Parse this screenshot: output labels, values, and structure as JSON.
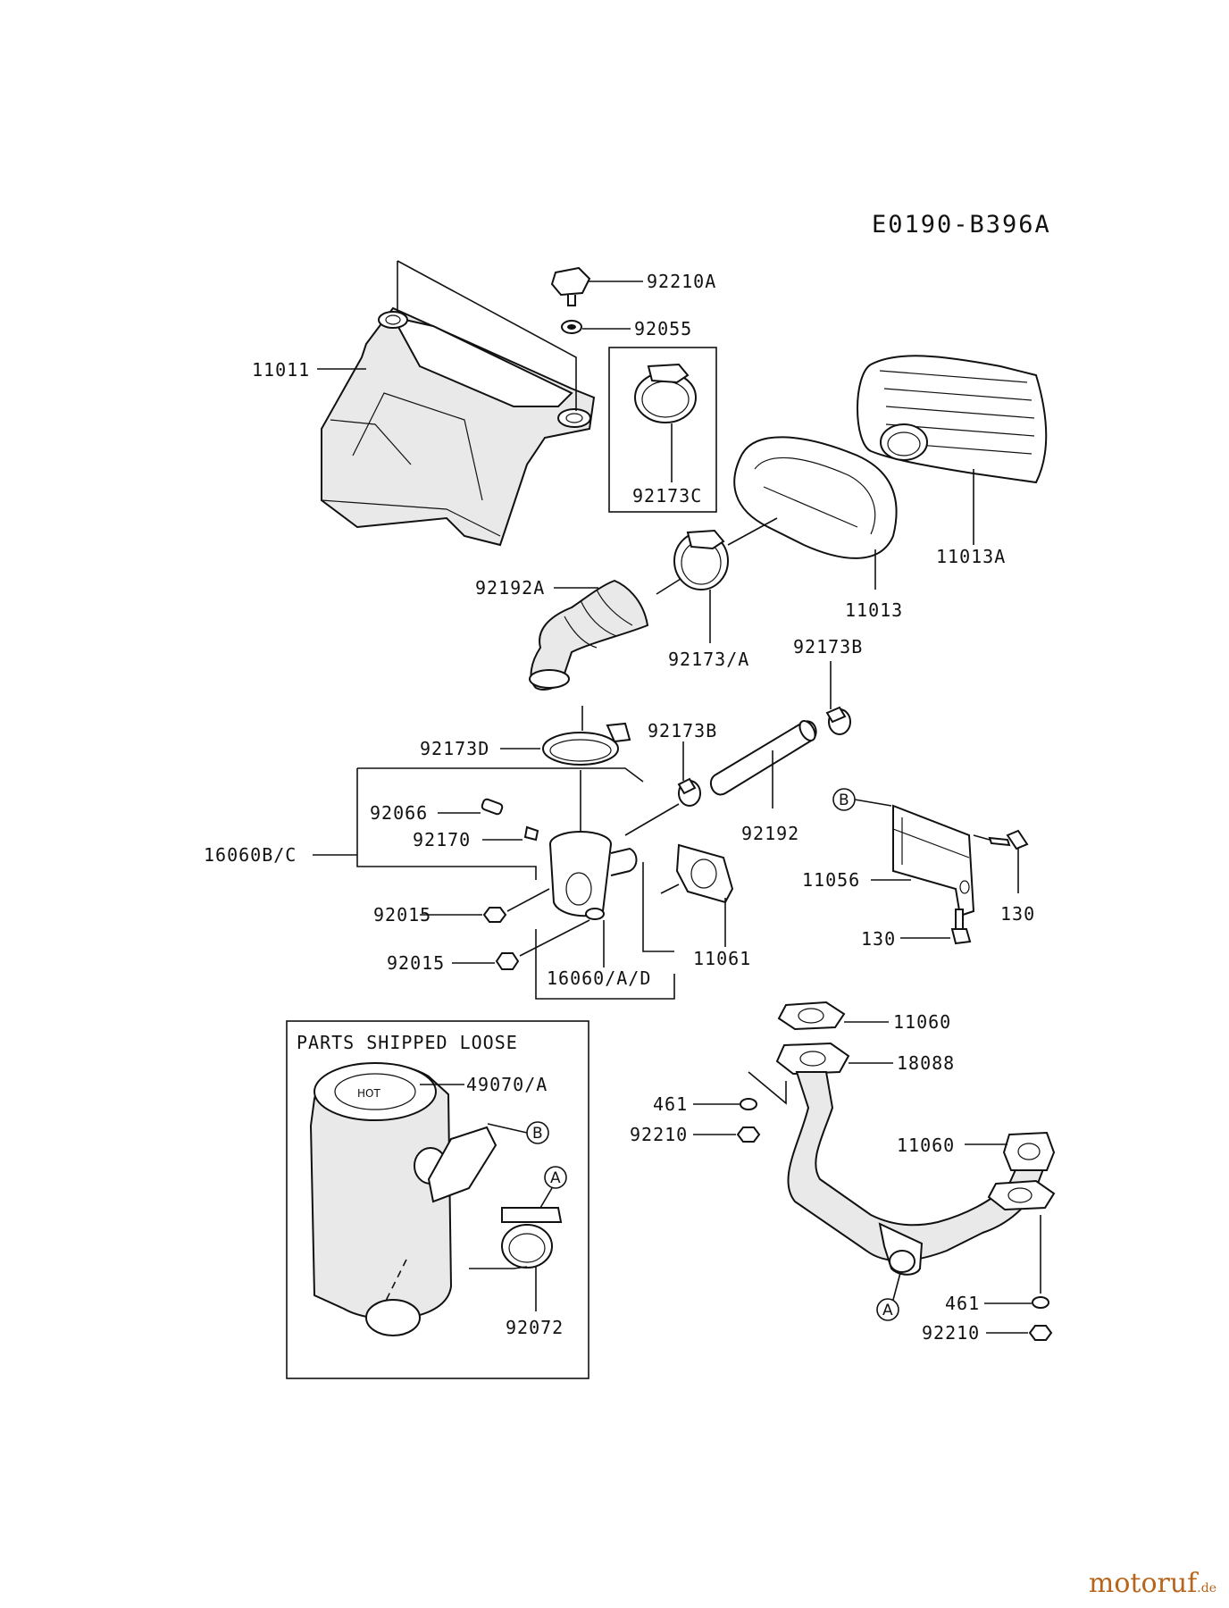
{
  "diagram_code": "E0190-B396A",
  "boxed_title": "PARTS SHIPPED LOOSE",
  "watermark": {
    "text": "motoruf",
    "suffix": ".de"
  },
  "labels": {
    "l_92210A": "92210A",
    "l_92055": "92055",
    "l_11011": "11011",
    "l_92173C": "92173C",
    "l_11013A": "11013A",
    "l_11013": "11013",
    "l_92192A": "92192A",
    "l_92173_A": "92173/A",
    "l_92173B_top": "92173B",
    "l_92173D": "92173D",
    "l_92173B_mid": "92173B",
    "l_92066": "92066",
    "l_16060BC": "16060B/C",
    "l_92170": "92170",
    "l_92192": "92192",
    "l_11056": "11056",
    "l_130_right": "130",
    "l_130_left": "130",
    "l_92015_a": "92015",
    "l_92015_b": "92015",
    "l_11061": "11061",
    "l_16060AD": "16060/A/D",
    "l_11060_top": "11060",
    "l_18088": "18088",
    "l_49070A": "49070/A",
    "l_461_a": "461",
    "l_92210_a": "92210",
    "l_11060_mid": "11060",
    "l_92072": "92072",
    "l_461_b": "461",
    "l_92210_b": "92210"
  },
  "callouts": {
    "b_main": "B",
    "b_loose": "B",
    "a_loose": "A",
    "a_pipe": "A"
  }
}
